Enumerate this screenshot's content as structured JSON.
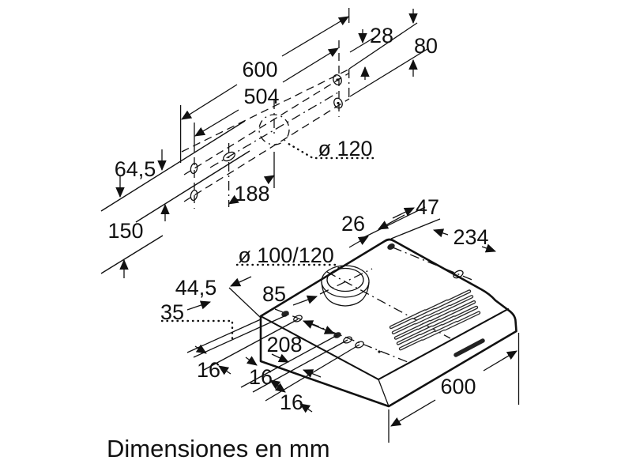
{
  "caption": "Dimensiones en mm",
  "colors": {
    "line": "#111111",
    "background": "#ffffff"
  },
  "top_drawing": {
    "title": "wall-mounting-template",
    "labels": {
      "width_600": "600",
      "hole_spacing_504": "504",
      "offset_28": "28",
      "offset_80": "80",
      "duct_diameter": "ø 120",
      "offset_64_5": "64,5",
      "offset_150": "150",
      "offset_188": "188"
    }
  },
  "bottom_drawing": {
    "title": "hood-body-isometric",
    "labels": {
      "offset_26": "26",
      "offset_47": "47",
      "depth_234": "234",
      "duct_diameter": "ø 100/120",
      "offset_44_5": "44,5",
      "offset_85": "85",
      "offset_35": "35",
      "hole_spacing_208": "208",
      "offset_16_a": "16",
      "offset_16_b": "16",
      "offset_16_c": "16",
      "width_600": "600"
    }
  }
}
